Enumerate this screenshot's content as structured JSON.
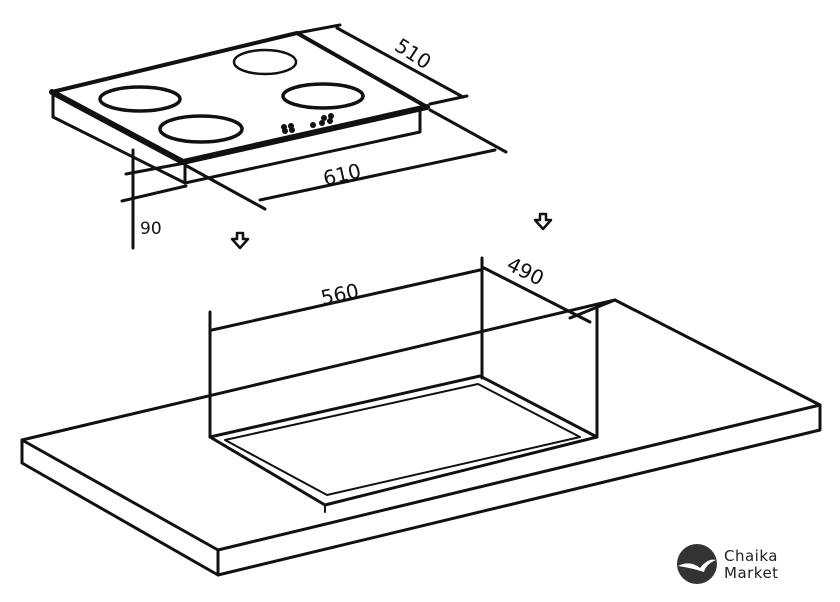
{
  "dimensions": {
    "hob_depth": "510",
    "hob_width": "610",
    "hob_height": "90",
    "cutout_width": "560",
    "cutout_depth": "490"
  },
  "logo": {
    "line1": "Chaika",
    "line2": "Market"
  },
  "colors": {
    "line": "#111111",
    "logo_circle": "#333333"
  }
}
